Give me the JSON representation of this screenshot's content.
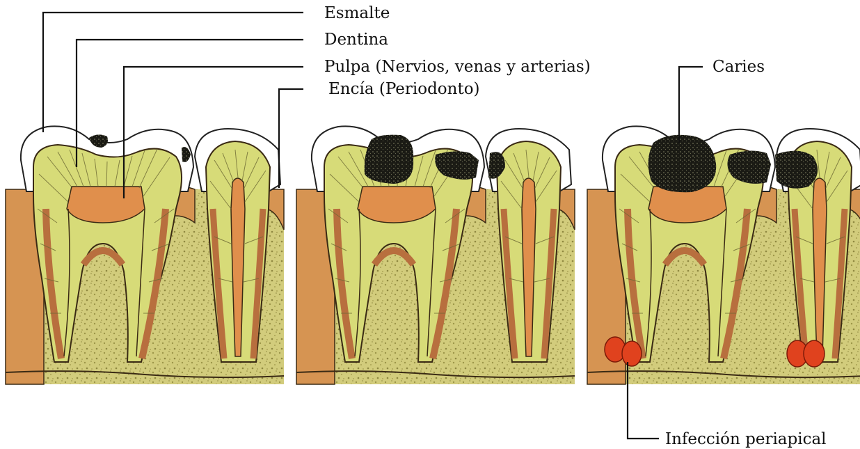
{
  "labels": {
    "esmalte": "Esmalte",
    "dentina": "Dentina",
    "pulpa": "Pulpa (Nervios, venas y arterias)",
    "encia": "Encía (Periodonto)",
    "caries": "Caries",
    "infeccion": "Infección periapical"
  },
  "colors": {
    "bone": "#d2cc7c",
    "bone_speckle": "#9c9548",
    "dentin": "#d7db78",
    "dentin_lines": "#6e6a34",
    "pulp": "#e08f4c",
    "gum": "#d69452",
    "canal_band": "#b86f3e",
    "enamel": "#ffffff",
    "caries": "#1a1a14",
    "infection": "#e0421e",
    "outline": "#3a2a14"
  }
}
